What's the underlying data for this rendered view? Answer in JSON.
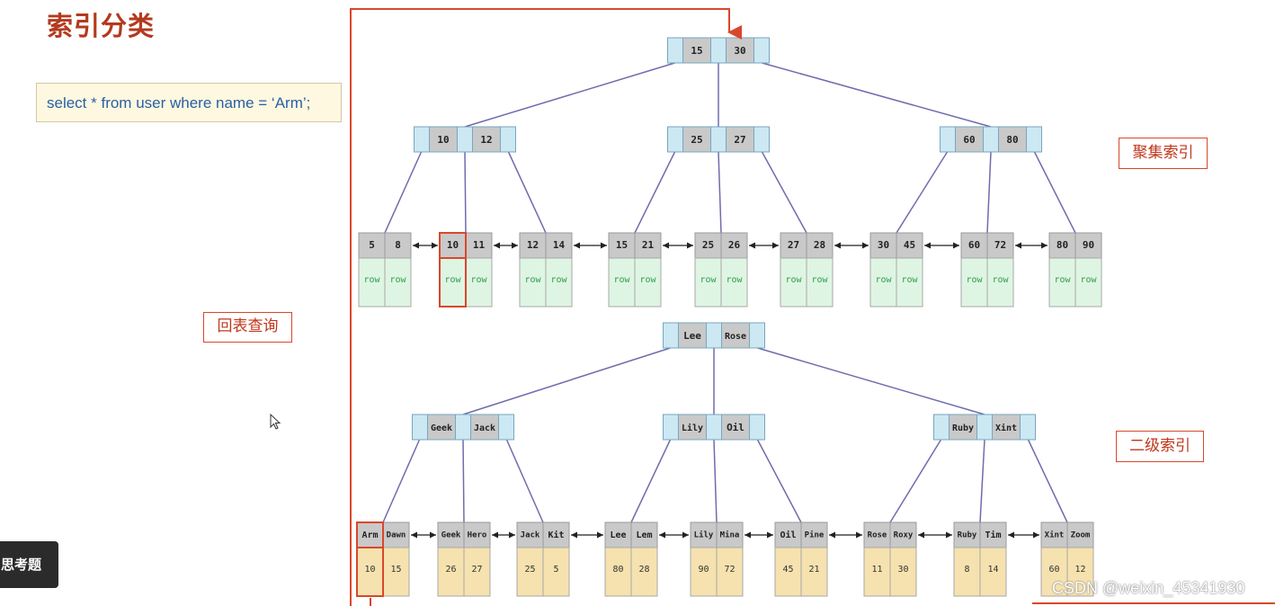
{
  "slide": {
    "title": "索引分类",
    "sql": "select * from user where name = ‘Arm’;",
    "tags": {
      "back_lookup": "回表查询",
      "clustered": "聚集索引",
      "secondary": "二级索引"
    },
    "toast": "思考题",
    "watermark": "CSDN @weixin_45341930",
    "colors": {
      "key_cell": "#c9c9c9",
      "pointer_cell": "#cbe8f3",
      "row_cell": "#dff5e3",
      "id_cell": "#f6e2af",
      "edge": "#6f6cad",
      "highlight": "#d9472b"
    }
  },
  "clustered_index": {
    "root": [
      "15",
      "30"
    ],
    "internal": [
      [
        "10",
        "12"
      ],
      [
        "25",
        "27"
      ],
      [
        "60",
        "80"
      ]
    ],
    "leaves": [
      {
        "keys": [
          "5",
          "8"
        ],
        "rows": [
          "row",
          "row"
        ]
      },
      {
        "keys": [
          "10",
          "11"
        ],
        "rows": [
          "row",
          "row"
        ],
        "highlight": "10"
      },
      {
        "keys": [
          "12",
          "14"
        ],
        "rows": [
          "row",
          "row"
        ]
      },
      {
        "keys": [
          "15",
          "21"
        ],
        "rows": [
          "row",
          "row"
        ]
      },
      {
        "keys": [
          "25",
          "26"
        ],
        "rows": [
          "row",
          "row"
        ]
      },
      {
        "keys": [
          "27",
          "28"
        ],
        "rows": [
          "row",
          "row"
        ]
      },
      {
        "keys": [
          "30",
          "45"
        ],
        "rows": [
          "row",
          "row"
        ]
      },
      {
        "keys": [
          "60",
          "72"
        ],
        "rows": [
          "row",
          "row"
        ]
      },
      {
        "keys": [
          "80",
          "90"
        ],
        "rows": [
          "row",
          "row"
        ]
      }
    ]
  },
  "secondary_index": {
    "root": [
      "Lee",
      "Rose"
    ],
    "internal": [
      [
        "Geek",
        "Jack"
      ],
      [
        "Lily",
        "Oil"
      ],
      [
        "Ruby",
        "Xint"
      ]
    ],
    "leaves": [
      {
        "keys": [
          "Arm",
          "Dawn"
        ],
        "ids": [
          "10",
          "15"
        ],
        "highlight": "Arm"
      },
      {
        "keys": [
          "Geek",
          "Hero"
        ],
        "ids": [
          "26",
          "27"
        ]
      },
      {
        "keys": [
          "Jack",
          "Kit"
        ],
        "ids": [
          "25",
          "5"
        ]
      },
      {
        "keys": [
          "Lee",
          "Lem"
        ],
        "ids": [
          "80",
          "28"
        ]
      },
      {
        "keys": [
          "Lily",
          "Mina"
        ],
        "ids": [
          "90",
          "72"
        ]
      },
      {
        "keys": [
          "Oil",
          "Pine"
        ],
        "ids": [
          "45",
          "21"
        ]
      },
      {
        "keys": [
          "Rose",
          "Roxy"
        ],
        "ids": [
          "11",
          "30"
        ]
      },
      {
        "keys": [
          "Ruby",
          "Tim"
        ],
        "ids": [
          "8",
          "14"
        ]
      },
      {
        "keys": [
          "Xint",
          "Zoom"
        ],
        "ids": [
          "60",
          "12"
        ]
      }
    ]
  }
}
